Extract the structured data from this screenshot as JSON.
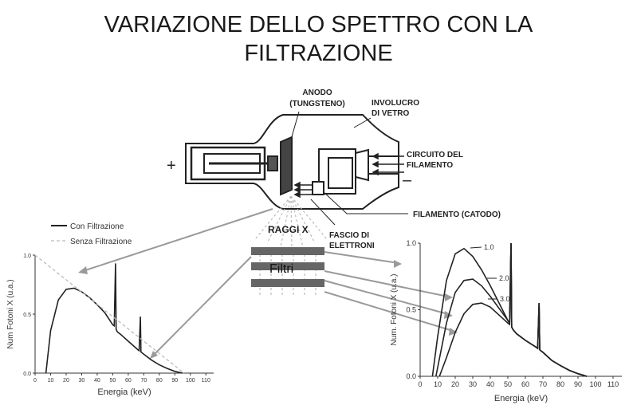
{
  "title_line1": "VARIAZIONE DELLO SPETTRO CON LA",
  "title_line2": "FILTRAZIONE",
  "tube": {
    "anode": "ANODO",
    "anode_material": "(TUNGSTENO)",
    "envelope_1": "INVOLUCRO",
    "envelope_2": "DI VETRO",
    "circuit_1": "CIRCUITO DEL",
    "circuit_2": "FILAMENTO",
    "filament": "FILAMENTO (CATODO)",
    "xrays": "RAGGI X",
    "beam_1": "FASCIO DI",
    "beam_2": "ELETTRONI",
    "plus": "+",
    "minus": "–",
    "filters": "Filtri"
  },
  "chart_data": [
    {
      "type": "line",
      "legend": [
        "Con Filtrazione",
        "Senza Filtrazione"
      ],
      "legend_position": "top-left",
      "xlabel": "Energia (keV)",
      "ylabel": "Num Fotoni X (u.a.)",
      "xlim": [
        0,
        115
      ],
      "ylim": [
        0,
        1.0
      ],
      "xticks": [
        "0",
        "10",
        "20",
        "30",
        "40",
        "50",
        "60",
        "70",
        "80",
        "90",
        "100",
        "110"
      ],
      "yticks": [
        "0.0",
        "0.5",
        "1.0"
      ],
      "series": [
        {
          "name": "Con Filtrazione",
          "style": "solid",
          "x": [
            7,
            10,
            15,
            20,
            25,
            30,
            35,
            40,
            45,
            50,
            51,
            51.8,
            52.2,
            53,
            55,
            60,
            66,
            67,
            67.8,
            68.2,
            69,
            70,
            75,
            80,
            85,
            90,
            95
          ],
          "y": [
            0,
            0.36,
            0.62,
            0.71,
            0.72,
            0.69,
            0.64,
            0.58,
            0.51,
            0.41,
            0.4,
            0.93,
            0.37,
            0.35,
            0.33,
            0.27,
            0.2,
            0.19,
            0.48,
            0.18,
            0.17,
            0.16,
            0.11,
            0.07,
            0.04,
            0.015,
            0
          ]
        },
        {
          "name": "Senza Filtrazione",
          "style": "dashed",
          "x": [
            0,
            96
          ],
          "y": [
            1.0,
            0
          ]
        }
      ]
    },
    {
      "type": "line",
      "xlabel": "Energia (keV)",
      "ylabel": "Num. Fotoni X (u.a.)",
      "xlim": [
        0,
        115
      ],
      "ylim": [
        0,
        1.0
      ],
      "xticks": [
        "0",
        "10",
        "20",
        "30",
        "40",
        "50",
        "60",
        "70",
        "80",
        "90",
        "100",
        "110"
      ],
      "yticks": [
        "0.0",
        "0.5",
        "1.0"
      ],
      "series": [
        {
          "name": "1.0",
          "x": [
            7,
            10,
            15,
            20,
            25,
            30,
            35,
            40,
            45,
            50,
            51,
            51.8,
            52.2,
            53,
            55,
            60,
            66,
            67,
            67.8,
            68.2,
            69,
            70,
            75,
            80,
            85,
            90,
            95
          ],
          "y": [
            0,
            0.3,
            0.72,
            0.92,
            0.96,
            0.9,
            0.8,
            0.68,
            0.55,
            0.42,
            0.4,
            1.0,
            0.37,
            0.35,
            0.32,
            0.27,
            0.22,
            0.21,
            0.55,
            0.2,
            0.19,
            0.18,
            0.12,
            0.08,
            0.045,
            0.02,
            0
          ]
        },
        {
          "name": "2.0",
          "x": [
            9,
            12,
            15,
            20,
            25,
            30,
            35,
            40,
            45,
            50,
            51,
            51.8,
            52.2,
            53,
            55,
            60,
            66,
            67,
            67.8,
            68.2,
            69,
            70,
            75,
            80,
            85,
            90,
            95
          ],
          "y": [
            0,
            0.2,
            0.4,
            0.63,
            0.72,
            0.73,
            0.68,
            0.6,
            0.51,
            0.42,
            0.4,
            1.0,
            0.37,
            0.35,
            0.32,
            0.27,
            0.22,
            0.21,
            0.55,
            0.2,
            0.19,
            0.18,
            0.12,
            0.08,
            0.045,
            0.02,
            0
          ]
        },
        {
          "name": "3.0",
          "x": [
            11,
            15,
            20,
            25,
            30,
            35,
            40,
            45,
            50,
            51,
            51.8,
            52.2,
            53,
            55,
            60,
            66,
            67,
            67.8,
            68.2,
            69,
            70,
            75,
            80,
            85,
            90,
            95
          ],
          "y": [
            0,
            0.14,
            0.33,
            0.47,
            0.54,
            0.55,
            0.52,
            0.46,
            0.4,
            0.39,
            1.0,
            0.37,
            0.35,
            0.32,
            0.27,
            0.22,
            0.21,
            0.55,
            0.2,
            0.19,
            0.18,
            0.12,
            0.08,
            0.045,
            0.02,
            0
          ]
        }
      ]
    }
  ]
}
